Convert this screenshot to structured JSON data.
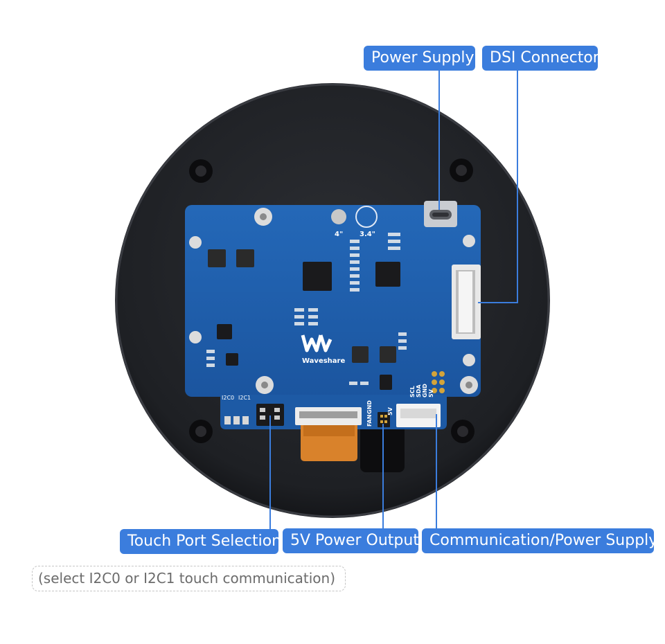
{
  "labels": {
    "power_supply": "Power Supply",
    "dsi_connector": "DSI Connector",
    "touch_port_selection": "Touch Port Selection",
    "five_v_power_output": "5V Power Output",
    "communication_power_supply": "Communication/Power Supply"
  },
  "note": "(select I2C0 or I2C1 touch communication)",
  "board_text": {
    "brand": "Waveshare",
    "size_4": "4\"",
    "size_34": "3.4\"",
    "fan": "FAN",
    "gnd": "GND",
    "five_v": "5V",
    "i2c0": "I2C0",
    "i2c1": "I2C1",
    "scl": "SCL",
    "sda": "SDA",
    "gnd2": "GND",
    "five_v2": "5V"
  },
  "colors": {
    "label_bg": "#3b7ddd",
    "pcb": "#1f5fae",
    "housing": "#222428",
    "flex_cable": "#d9822b"
  }
}
